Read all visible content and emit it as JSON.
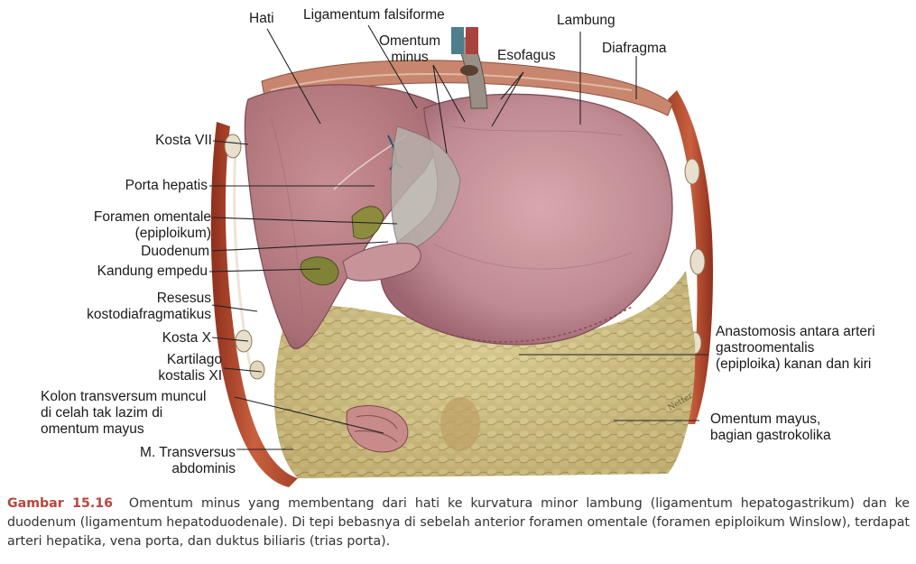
{
  "labels": {
    "hati": "Hati",
    "ligamentum_falsiforme": "Ligamentum falsiforme",
    "omentum_minus": "Omentum\nminus",
    "esofagus": "Esofagus",
    "lambung": "Lambung",
    "diafragma": "Diafragma",
    "kosta_vii": "Kosta VII",
    "porta_hepatis": "Porta hepatis",
    "foramen_omentale": "Foramen omentale\n(epiploikum)",
    "duodenum": "Duodenum",
    "kandung_empedu": "Kandung empedu",
    "resesus": "Resesus\nkostodiafragmatikus",
    "kosta_x": "Kosta X",
    "kartilago": "Kartilago\nkostalis XI",
    "kolon": "Kolon transversum muncul\ndi celah tak lazim di\nomentum mayus",
    "transversus": "M. Transversus\nabdominis",
    "anastomosis": "Anastomosis antara arteri\ngastroomentalis\n(epiploika) kanan dan kiri",
    "omentum_mayus": "Omentum mayus,\nbagian gastrokolika"
  },
  "caption": {
    "lead": "Gambar 15.16",
    "text": "Omentum minus yang membentang dari hati ke kurvatura minor lambung (ligamentum hepatogastrikum) dan ke duodenum (ligamentum hepatoduodenale). Di tepi bebasnya di sebelah anterior foramen omentale (foramen epiploikum Winslow), terdapat arteri hepatika, vena porta, dan duktus biliaris (trias porta)."
  },
  "colors": {
    "caption_lead": "#b8463c",
    "caption_text": "#333333",
    "liver": "#b87a7f",
    "stomach": "#c89298",
    "omentum": "#c9b77a",
    "muscle": "#b24a2e",
    "gallbladder": "#7a7a30"
  },
  "illustration": {
    "name": "anatomical-illustration-abdomen"
  }
}
